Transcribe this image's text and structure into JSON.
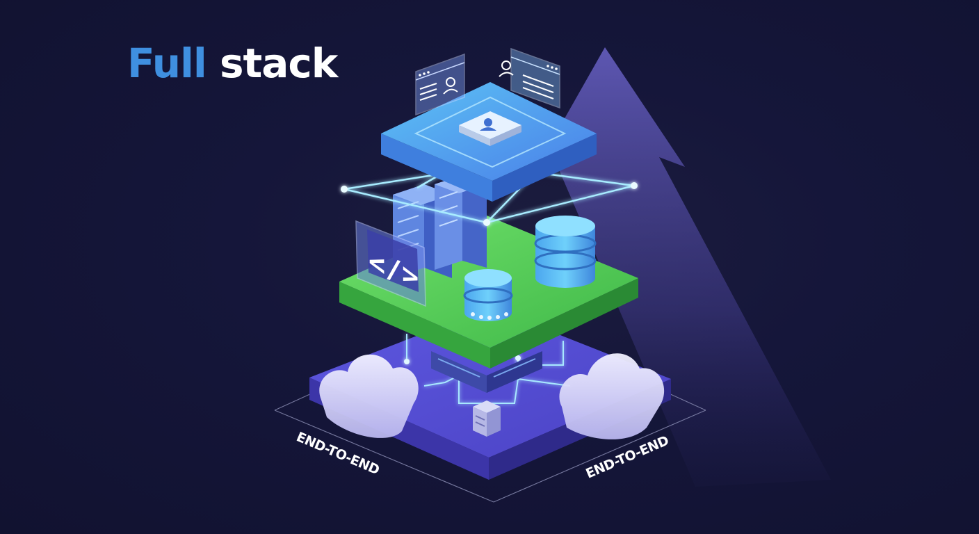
{
  "title": {
    "word1": "Full",
    "word2": "stack"
  },
  "labels": {
    "left": "END-TO-END",
    "right": "END-TO-END",
    "code_symbol": "</>"
  },
  "colors": {
    "background": "#14153a",
    "top_layer": "#4b8fee",
    "middle_layer": "#4fc84a",
    "bottom_layer": "#5a52d8",
    "arrow": "#6a62c8",
    "glow_lines": "#9fe6ff"
  },
  "icons": [
    "user-card-icon",
    "browser-profile-icon",
    "server-rack-icon",
    "code-window-icon",
    "database-icon",
    "cloud-icon",
    "arrow-up-icon"
  ]
}
